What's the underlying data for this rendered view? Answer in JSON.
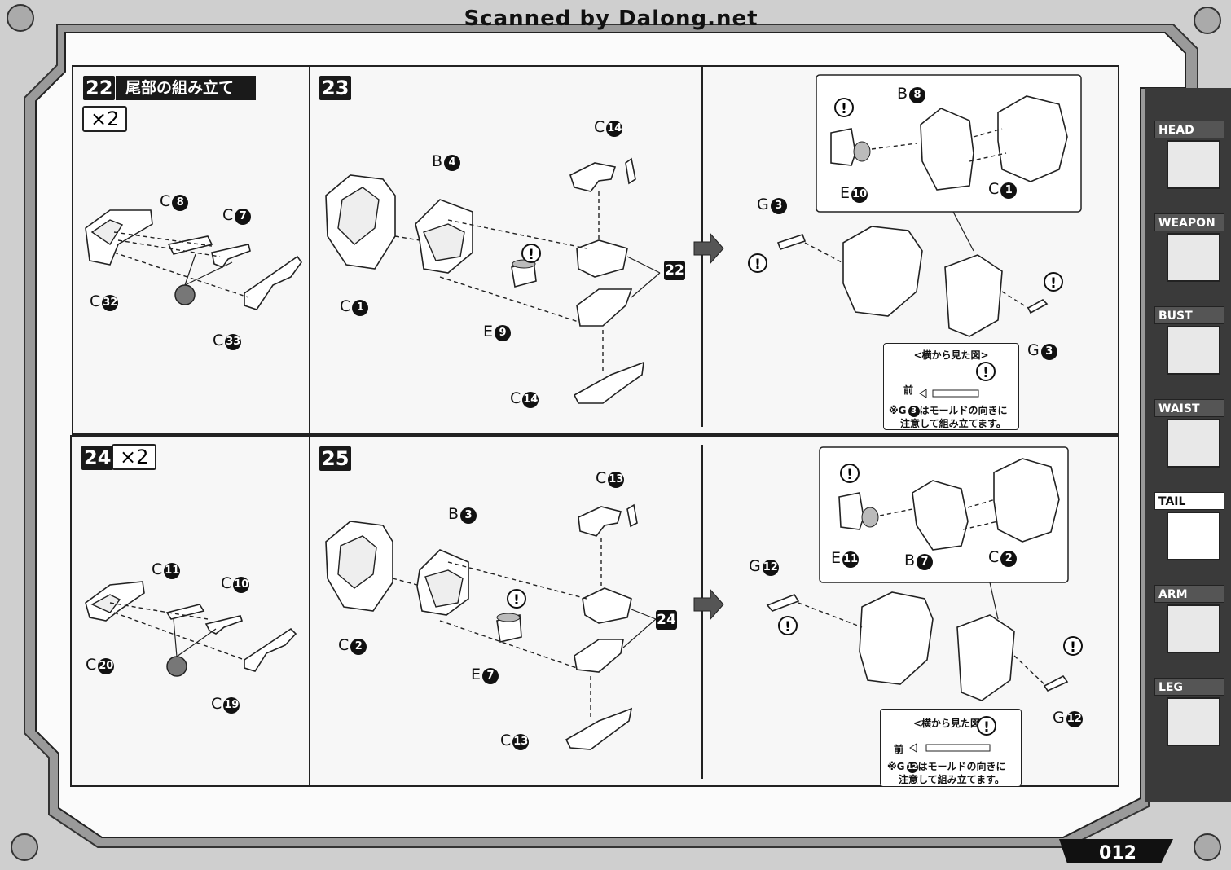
{
  "watermark": "Scanned by Dalong.net",
  "page_number": "012",
  "steps": {
    "s22": {
      "number": "22",
      "title": "尾部の組み立て",
      "multiplier": "×2",
      "labels": {
        "c8": "C",
        "c8n": "8",
        "c7": "C",
        "c7n": "7",
        "c32": "C",
        "c32n": "32",
        "c33": "C",
        "c33n": "33"
      }
    },
    "s23": {
      "number": "23",
      "labels": {
        "b4": "B",
        "b4n": "4",
        "c1": "C",
        "c1n": "1",
        "e9": "E",
        "e9n": "9",
        "c14a": "C",
        "c14an": "14",
        "c14b": "C",
        "c14bn": "14",
        "ref22": "22"
      }
    },
    "s23b": {
      "labels": {
        "b8": "B",
        "b8n": "8",
        "e10": "E",
        "e10n": "10",
        "c1": "C",
        "c1n": "1",
        "g3a": "G",
        "g3an": "3",
        "g3b": "G",
        "g3bn": "3"
      },
      "note": {
        "title": "<横から見た図>",
        "front": "前",
        "line1_pre": "※G",
        "line1_num": "3",
        "line1_post": "はモールドの向きに",
        "line2": "注意して組み立てます。"
      }
    },
    "s24": {
      "number": "24",
      "multiplier": "×2",
      "labels": {
        "c11": "C",
        "c11n": "11",
        "c10": "C",
        "c10n": "10",
        "c20": "C",
        "c20n": "20",
        "c19": "C",
        "c19n": "19"
      }
    },
    "s25": {
      "number": "25",
      "labels": {
        "b3": "B",
        "b3n": "3",
        "c2": "C",
        "c2n": "2",
        "e7": "E",
        "e7n": "7",
        "c13a": "C",
        "c13an": "13",
        "c13b": "C",
        "c13bn": "13",
        "ref24": "24"
      }
    },
    "s25b": {
      "labels": {
        "e11": "E",
        "e11n": "11",
        "b7": "B",
        "b7n": "7",
        "c2": "C",
        "c2n": "2",
        "g12a": "G",
        "g12an": "12",
        "g12b": "G",
        "g12bn": "12"
      },
      "note": {
        "title": "<横から見た図>",
        "front": "前",
        "line1_pre": "※G",
        "line1_num": "12",
        "line1_post": "はモールドの向きに",
        "line2": "注意して組み立てます。"
      }
    }
  },
  "warning_symbol": "!",
  "sidebar": {
    "tabs": [
      {
        "label": "HEAD",
        "active": false
      },
      {
        "label": "WEAPON",
        "active": false
      },
      {
        "label": "BUST",
        "active": false
      },
      {
        "label": "WAIST",
        "active": false
      },
      {
        "label": "TAIL",
        "active": true
      },
      {
        "label": "ARM",
        "active": false
      },
      {
        "label": "LEG",
        "active": false
      }
    ]
  },
  "colors": {
    "ink": "#1a1a1a",
    "paper": "#f7f7f7",
    "frame": "#8a8a8a",
    "sidebar": "#3a3a3a"
  }
}
